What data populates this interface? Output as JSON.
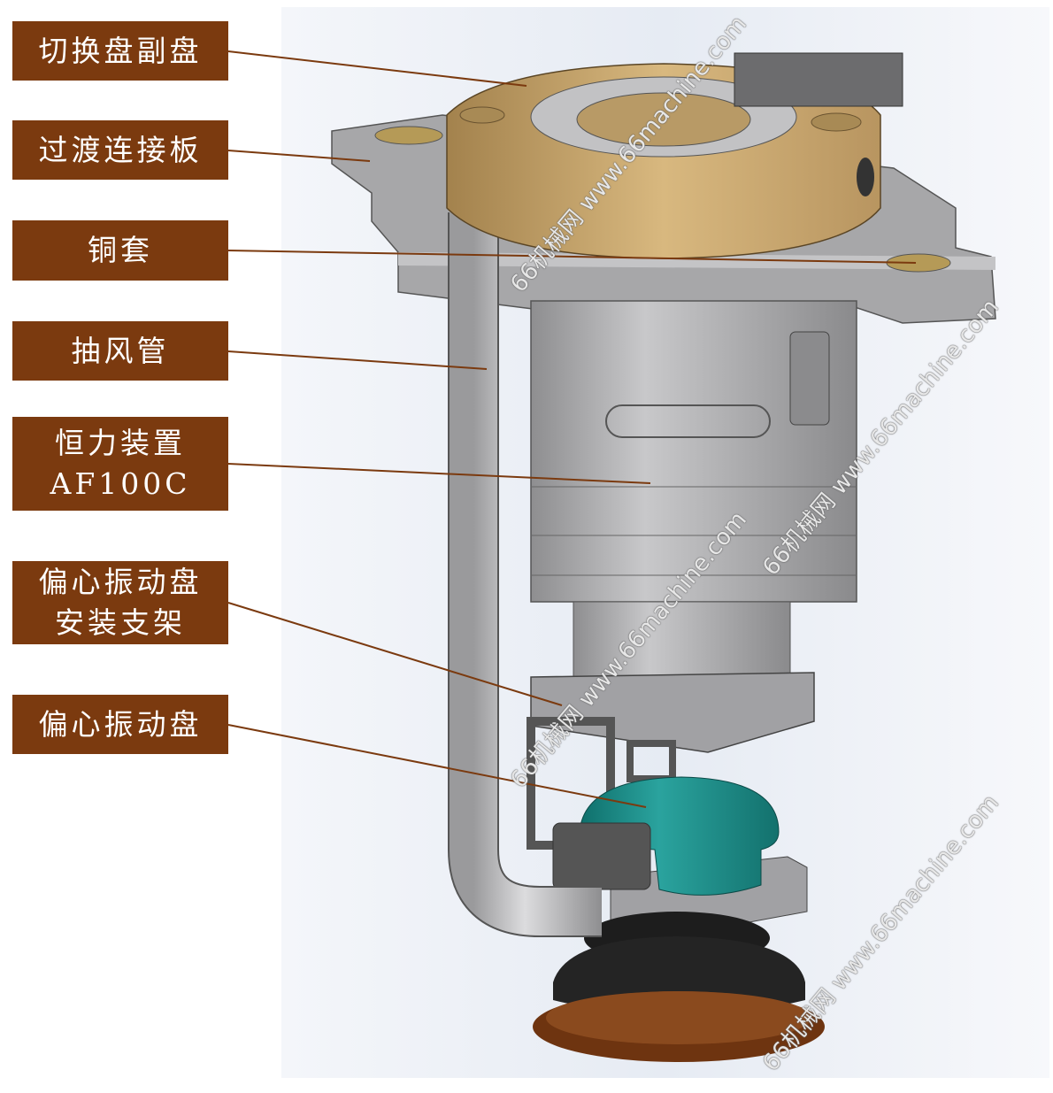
{
  "labels": [
    {
      "id": "switch-plate-secondary",
      "lines": [
        "切换盘副盘"
      ]
    },
    {
      "id": "transition-plate",
      "lines": [
        "过渡连接板"
      ]
    },
    {
      "id": "copper-sleeve",
      "lines": [
        "铜套"
      ]
    },
    {
      "id": "exhaust-pipe",
      "lines": [
        "抽风管"
      ]
    },
    {
      "id": "constant-force-device",
      "lines": [
        "恒力装置",
        "AF100C"
      ]
    },
    {
      "id": "sander-mount-bracket",
      "lines": [
        "偏心振动盘",
        "安装支架"
      ]
    },
    {
      "id": "eccentric-sander",
      "lines": [
        "偏心振动盘"
      ]
    }
  ],
  "watermark": {
    "cn": "66机械网",
    "url": "www.66machine.com"
  },
  "colors": {
    "label_bg": "#7b3a0f",
    "leader": "#7b3a0f",
    "brass": "#c9a56a",
    "steel": "#a9a9ab",
    "teal": "#1e8a86"
  }
}
